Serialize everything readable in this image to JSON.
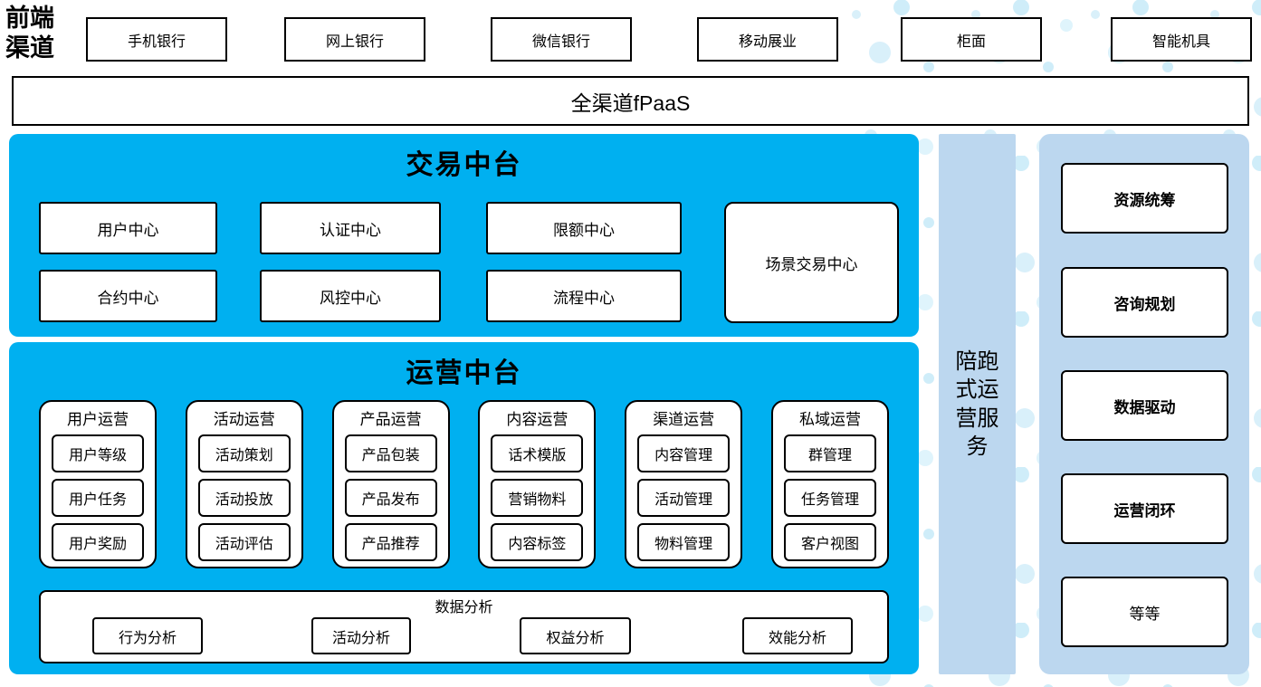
{
  "colors": {
    "platform_blue": "#00B0F0",
    "panel_light_blue": "#BCD7EF",
    "dot_blue": "#D9F0FA",
    "box_border": "#000000",
    "box_background": "#FFFFFF"
  },
  "header": {
    "label": "前端渠道",
    "channels": [
      "手机银行",
      "网上银行",
      "微信银行",
      "移动展业",
      "柜面",
      "智能机具"
    ]
  },
  "fpaas_bar": {
    "label": "全渠道fPaaS"
  },
  "transaction_platform": {
    "title": "交易中台",
    "row1": [
      "用户中心",
      "认证中心",
      "限额中心"
    ],
    "row2": [
      "合约中心",
      "风控中心",
      "流程中心"
    ],
    "tall_box": "场景交易中心"
  },
  "operation_platform": {
    "title": "运营中台",
    "groups": [
      {
        "title": "用户运营",
        "items": [
          "用户等级",
          "用户任务",
          "用户奖励"
        ]
      },
      {
        "title": "活动运营",
        "items": [
          "活动策划",
          "活动投放",
          "活动评估"
        ]
      },
      {
        "title": "产品运营",
        "items": [
          "产品包装",
          "产品发布",
          "产品推荐"
        ]
      },
      {
        "title": "内容运营",
        "items": [
          "话术模版",
          "营销物料",
          "内容标签"
        ]
      },
      {
        "title": "渠道运营",
        "items": [
          "内容管理",
          "活动管理",
          "物料管理"
        ]
      },
      {
        "title": "私域运营",
        "items": [
          "群管理",
          "任务管理",
          "客户视图"
        ]
      }
    ],
    "data_analysis": {
      "title": "数据分析",
      "items": [
        "行为分析",
        "活动分析",
        "权益分析",
        "效能分析"
      ]
    }
  },
  "side_service_bar": {
    "label": "陪跑式运营服务"
  },
  "right_panel": {
    "items": [
      {
        "label": "资源统筹",
        "bold": true
      },
      {
        "label": "咨询规划",
        "bold": false
      },
      {
        "label": "数据驱动",
        "bold": false
      },
      {
        "label": "运营闭环",
        "bold": true
      },
      {
        "label": "等等",
        "bold": false
      }
    ]
  }
}
